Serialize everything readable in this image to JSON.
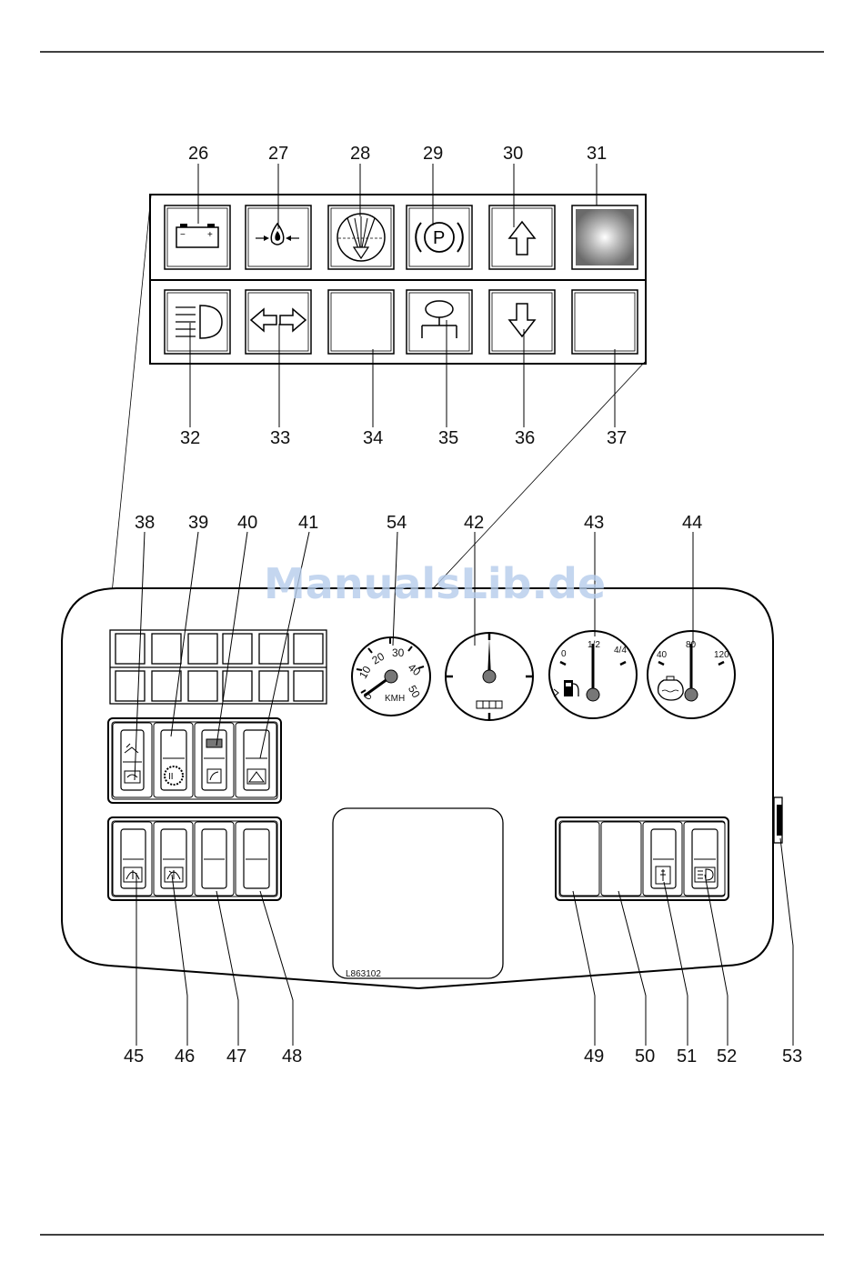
{
  "watermark": "ManualsLib.de",
  "figure_code": "L863102",
  "callouts": {
    "c26": "26",
    "c27": "27",
    "c28": "28",
    "c29": "29",
    "c30": "30",
    "c31": "31",
    "c32": "32",
    "c33": "33",
    "c34": "34",
    "c35": "35",
    "c36": "36",
    "c37": "37",
    "c38": "38",
    "c39": "39",
    "c40": "40",
    "c41": "41",
    "c54": "54",
    "c42": "42",
    "c43": "43",
    "c44": "44",
    "c45": "45",
    "c46": "46",
    "c47": "47",
    "c48": "48",
    "c49": "49",
    "c50": "50",
    "c51": "51",
    "c52": "52",
    "c53": "53"
  },
  "speedometer": {
    "ticks": [
      "0",
      "10",
      "20",
      "30",
      "40",
      "50"
    ],
    "unit": "KMH"
  },
  "fuel_gauge": {
    "ticks": [
      "0",
      "1/2",
      "4/4"
    ]
  },
  "temp_gauge": {
    "ticks": [
      "40",
      "80",
      "120"
    ]
  },
  "icons": {
    "26": "battery-icon",
    "27": "oil-pressure-icon",
    "28": "air-filter-icon",
    "29": "parking-brake-icon",
    "30": "arrow-up-icon",
    "31": "warning-lamp",
    "32": "headlight-icon",
    "33": "turn-signal-icon",
    "34": "blank-lamp",
    "35": "seat-icon",
    "36": "arrow-down-icon",
    "37": "blank-lamp"
  }
}
